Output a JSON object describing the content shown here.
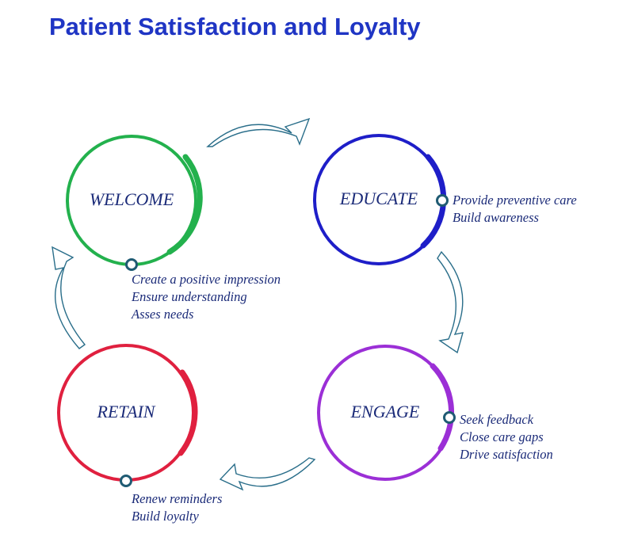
{
  "title": "Patient Satisfaction and Loyalty",
  "stages": [
    {
      "label": "WELCOME",
      "color": "#23b14d",
      "notes": [
        "Create a positive impression",
        "Ensure understanding",
        "Asses needs"
      ]
    },
    {
      "label": "EDUCATE",
      "color": "#1e1ec8",
      "notes": [
        "Provide preventive care",
        "Build awareness"
      ]
    },
    {
      "label": "ENGAGE",
      "color": "#9b2fd6",
      "notes": [
        "Seek feedback",
        "Close care gaps",
        "Drive satisfaction"
      ]
    },
    {
      "label": "RETAIN",
      "color": "#e0203f",
      "notes": [
        "Renew reminders",
        "Build loyalty"
      ]
    }
  ],
  "colors": {
    "title": "#1f35c4",
    "text": "#1a2a78",
    "arrow": "#2a6e8a",
    "marker": "#1f5b73"
  }
}
